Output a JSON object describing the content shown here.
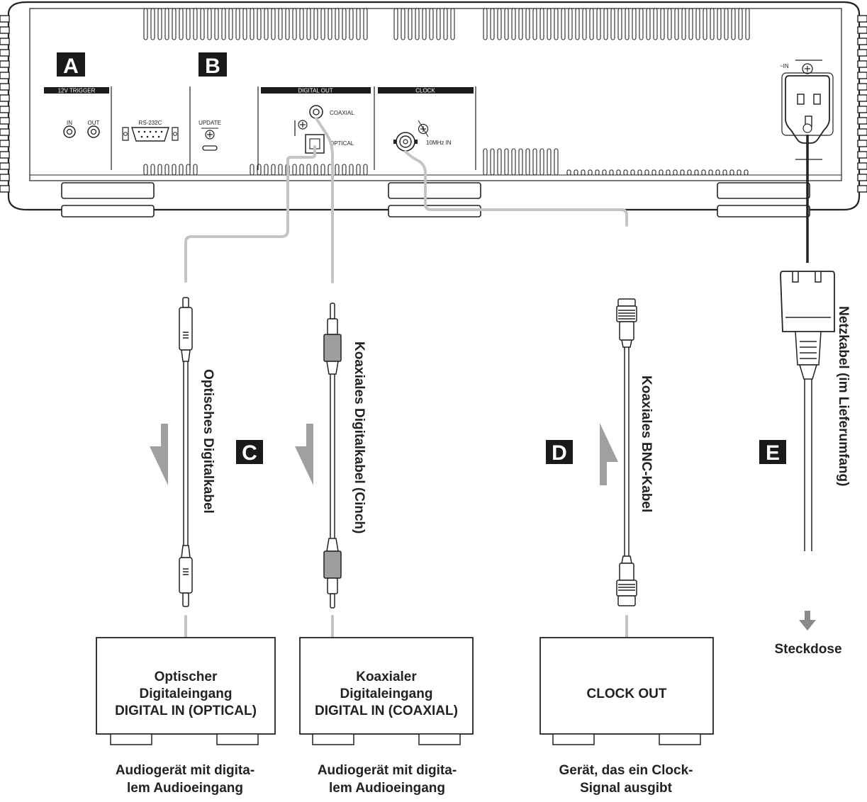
{
  "panel": {
    "section_letters": {
      "a": "A",
      "b": "B"
    },
    "trigger_header": "12V TRIGGER",
    "trigger_in": "IN",
    "trigger_out": "OUT",
    "rs232c": "RS-232C",
    "update": "UPDATE",
    "digital_out_header": "DIGITAL OUT",
    "coaxial": "COAXIAL",
    "optical": "OPTICAL",
    "clock_header": "CLOCK",
    "clock_in": "10MHz IN",
    "power_in": "~IN"
  },
  "cables": {
    "optical": {
      "letter": "C",
      "label": "Optisches Digitalkabel"
    },
    "coaxial": {
      "label": "Koaxiales Digitalkabel (Cinch)"
    },
    "bnc": {
      "letter": "D",
      "label": "Koaxiales BNC-Kabel"
    },
    "power": {
      "letter": "E",
      "label": "Netzkabel (im Lieferumfang)"
    }
  },
  "devices": {
    "optical": {
      "line1": "Optischer",
      "line2": "Digitaleingang",
      "line3": "DIGITAL IN (OPTICAL)",
      "caption1": "Audiogerät mit digita-",
      "caption2": "lem Audioeingang"
    },
    "coaxial": {
      "line1": "Koaxialer",
      "line2": "Digitaleingang",
      "line3": "DIGITAL IN (COAXIAL)",
      "caption1": "Audiogerät mit digita-",
      "caption2": "lem Audioeingang"
    },
    "clock": {
      "label": "CLOCK OUT",
      "caption1": "Gerät, das ein Clock-",
      "caption2": "Signal ausgibt"
    }
  },
  "outlet": {
    "label": "Steckdose"
  },
  "colors": {
    "ink": "#222222",
    "cable_gray": "#c4c4c4",
    "arrow_gray": "#a0a0a0",
    "badge_bg": "#1a1a1a"
  }
}
